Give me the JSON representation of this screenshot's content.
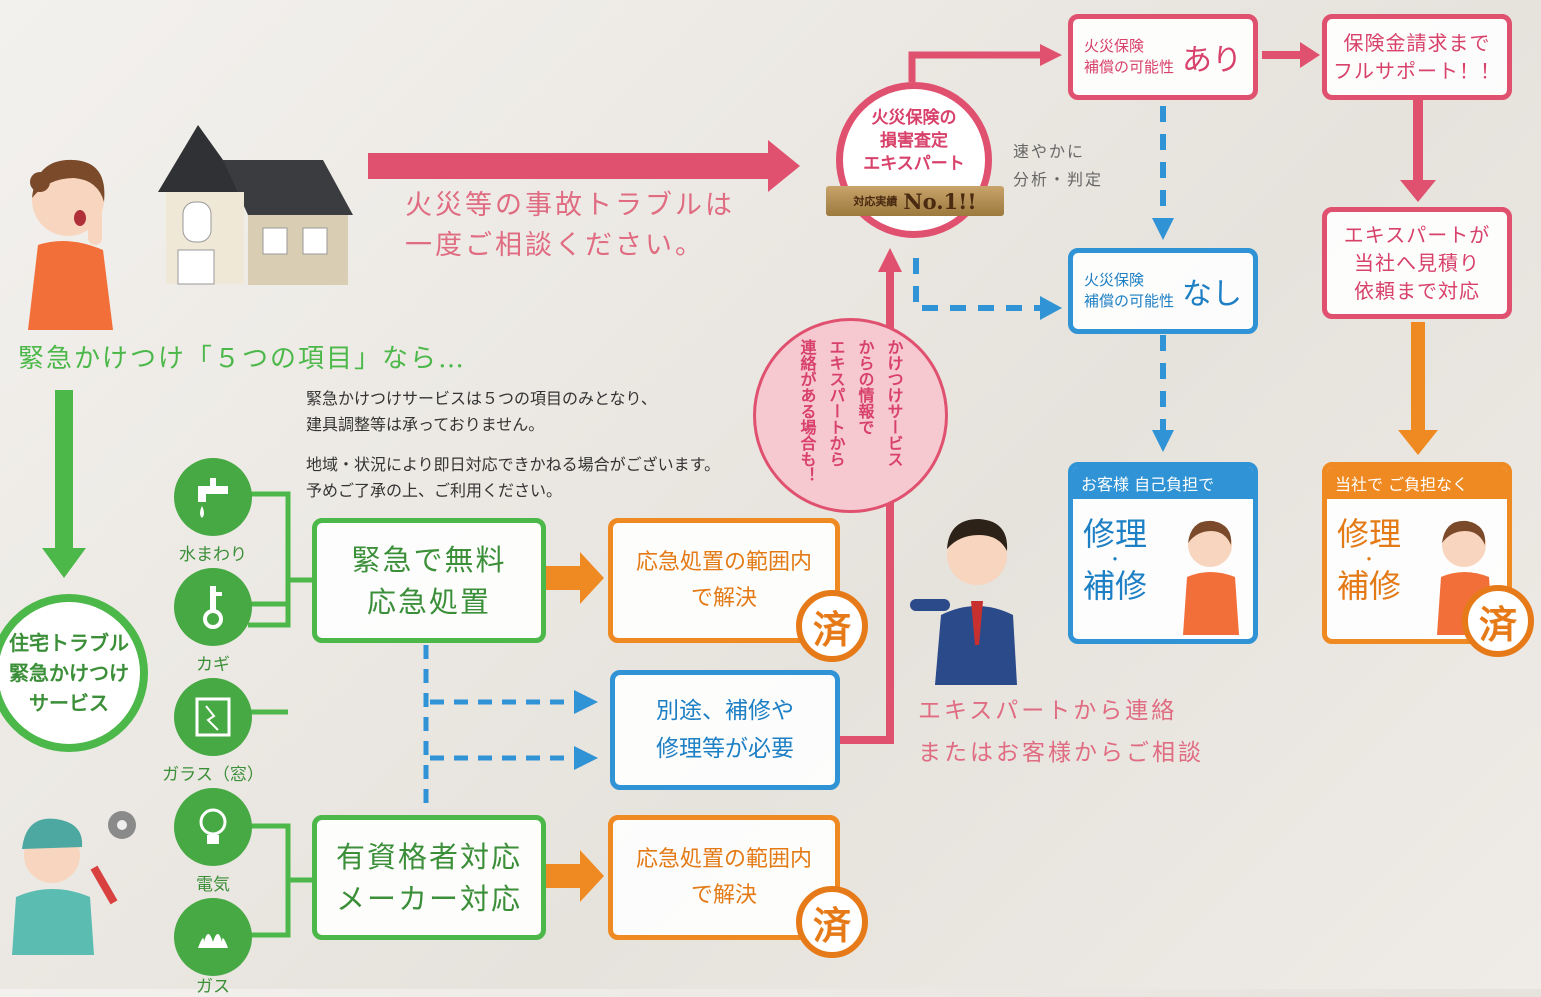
{
  "headline": {
    "line1": "火災等の事故トラブルは",
    "line2": "一度ご相談ください。"
  },
  "five_items_title": "緊急かけつけ「５つの項目」なら…",
  "notes": {
    "line1": "緊急かけつけサービスは５つの項目のみとなり、",
    "line2": "建具調整等は承っておりません。",
    "line3": "地域・状況により即日対応できかねる場合がございます。",
    "line4": "予めご了承の上、ご利用ください。"
  },
  "service_circle": {
    "line1": "住宅トラブル",
    "line2": "緊急かけつけ",
    "line3": "サービス"
  },
  "items": [
    {
      "label": "水まわり",
      "icon": "faucet-icon"
    },
    {
      "label": "カギ",
      "icon": "key-icon"
    },
    {
      "label": "ガラス（窓）",
      "icon": "glass-window-icon"
    },
    {
      "label": "電気",
      "icon": "lightbulb-icon"
    },
    {
      "label": "ガス",
      "icon": "gas-flame-icon"
    }
  ],
  "green_boxes": {
    "emergency": {
      "line1": "緊急で無料",
      "line2": "応急処置"
    },
    "qualified": {
      "line1": "有資格者対応",
      "line2": "メーカー対応"
    }
  },
  "orange_boxes": {
    "resolved_top": {
      "line1": "応急処置の範囲内",
      "line2": "で解決"
    },
    "resolved_bottom": {
      "line1": "応急処置の範囲内",
      "line2": "で解決"
    },
    "stamp": "済"
  },
  "blue_mid_box": {
    "line1": "別途、補修や",
    "line2": "修理等が必要"
  },
  "callout": {
    "col1": "かけつけサービス",
    "col2": "からの情報で",
    "col3": "エキスパートから",
    "col4": "連絡がある場合も！"
  },
  "expert_contact": {
    "line1": "エキスパートから連絡",
    "line2": "またはお客様からご相談"
  },
  "expert_circle": {
    "line1": "火災保険の",
    "line2": "損害査定",
    "line3": "エキスパート",
    "ribbon_small": "対応実績",
    "ribbon_big": "No.1!!"
  },
  "expert_note": {
    "line1": "速やかに",
    "line2": "分析・判定"
  },
  "insurance_yes": {
    "small1": "火災保険",
    "small2": "補償の可能性",
    "big": "あり"
  },
  "insurance_no": {
    "small1": "火災保険",
    "small2": "補償の可能性",
    "big": "なし"
  },
  "full_support": {
    "line1": "保険金請求まで",
    "line2": "フルサポート！！"
  },
  "expert_estimate": {
    "line1": "エキスパートが",
    "line2": "当社へ見積り",
    "line3": "依頼まで対応"
  },
  "customer_pay": {
    "header": "お客様 自己負担で",
    "line1": "修理",
    "dot": "・",
    "line2": "補修"
  },
  "company_pay": {
    "header": "当社で ご負担なく",
    "line1": "修理",
    "dot": "・",
    "line2": "補修"
  },
  "colors": {
    "pink": "#e0506f",
    "blue": "#2f93d5",
    "orange": "#ef8a22",
    "green": "#4cb84a"
  }
}
